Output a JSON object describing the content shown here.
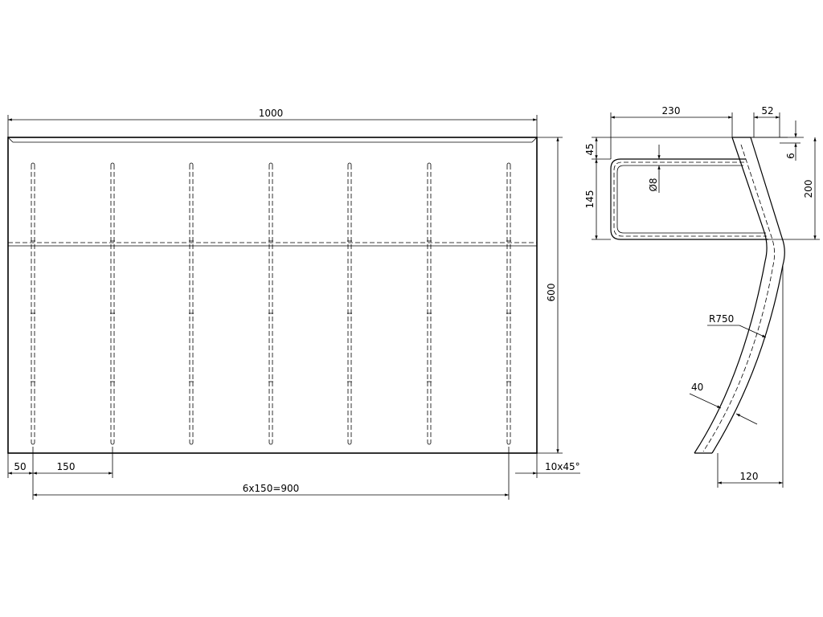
{
  "front_view": {
    "dim_width": "1000",
    "dim_height": "600",
    "dim_edge": "50",
    "dim_pitch": "150",
    "dim_total_pitch": "6x150=900",
    "dim_chamfer": "10x45°"
  },
  "side_view": {
    "dim_top_width": "230",
    "dim_top_offset": "52",
    "dim_top_step": "45",
    "dim_rod_dia": "Ø8",
    "dim_rod_height": "145",
    "dim_lip": "6",
    "dim_bend_height": "200",
    "dim_radius": "R750",
    "dim_thickness": "40",
    "dim_bottom": "120"
  }
}
